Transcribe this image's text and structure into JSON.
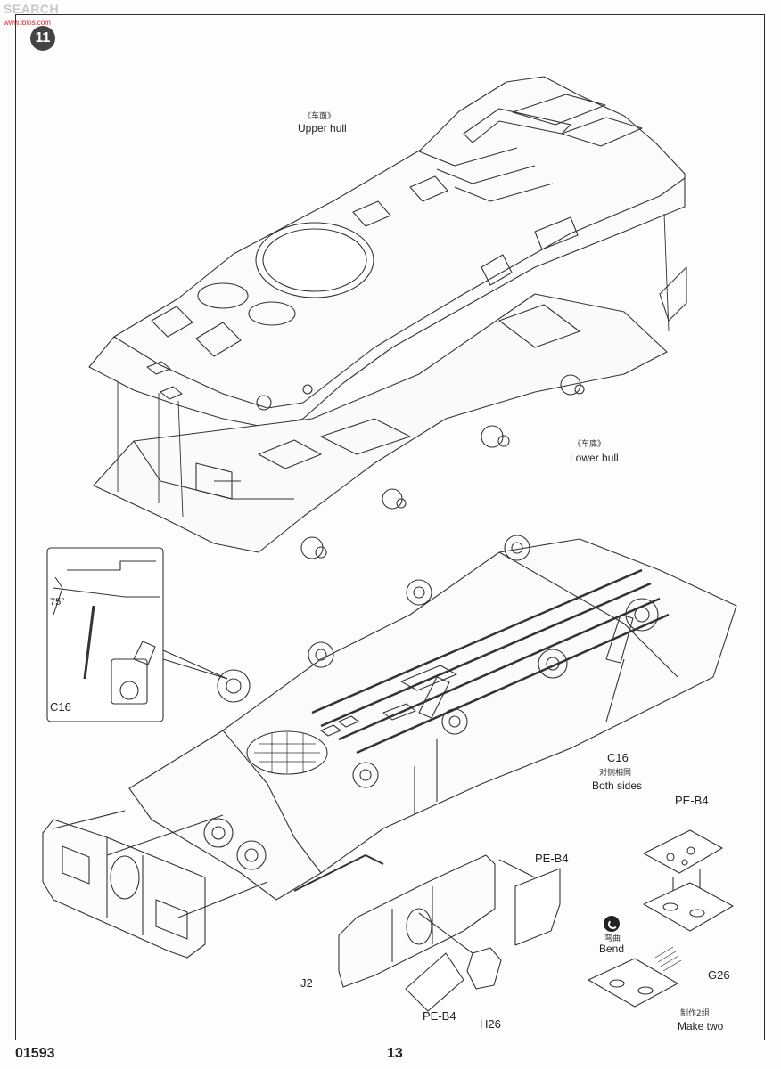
{
  "watermark": {
    "text": "SEARCH",
    "sub": "www.iblos.com"
  },
  "step": {
    "number": "11"
  },
  "labels": {
    "upper_hull_zh": "《车面》",
    "upper_hull_en": "Upper hull",
    "lower_hull_zh": "《车底》",
    "lower_hull_en": "Lower hull",
    "angle": "75°",
    "c16_inset": "C16",
    "c16_main": "C16",
    "both_sides_zh": "对侧相同",
    "both_sides_en": "Both sides",
    "pe_b4_top": "PE-B4",
    "pe_b4_mid": "PE-B4",
    "pe_b4_bottom": "PE-B4",
    "j2": "J2",
    "h26": "H26",
    "g26": "G26",
    "bend_zh": "弯曲",
    "bend_en": "Bend",
    "make_two_zh": "制作2组",
    "make_two_en": "Make two"
  },
  "footer": {
    "kit_number": "01593",
    "page_number": "13"
  },
  "icons": {
    "bend": "bend-arrow-icon",
    "step": "step-number-badge"
  }
}
